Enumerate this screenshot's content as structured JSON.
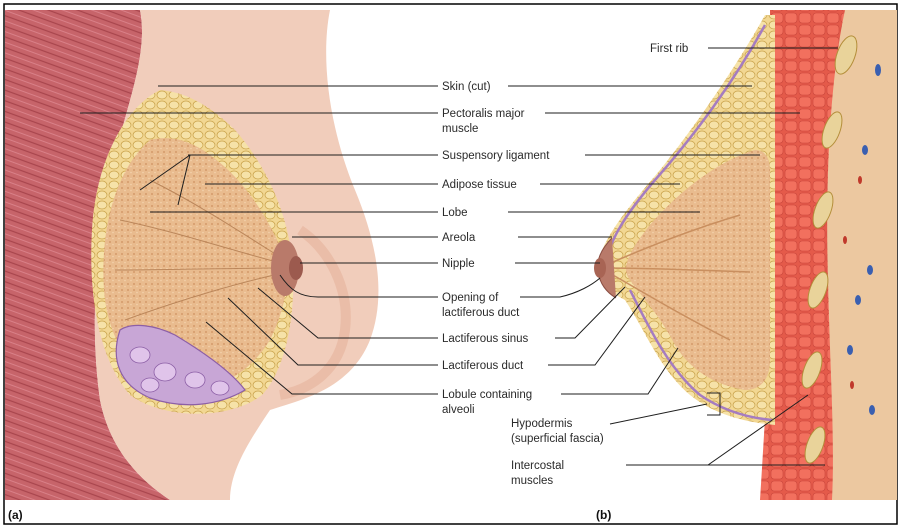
{
  "figure": {
    "colors": {
      "muscle": "#c7646a",
      "muscle_dark": "#a8454d",
      "skin": "#f1cdbb",
      "skin_shade": "#e6b29b",
      "gland": "#e7b98c",
      "adipose": "#f0d48a",
      "adipose_edge": "#c9a24a",
      "lobule_purple": "#c8a6d6",
      "rib": "#e9d39a",
      "background_tissue": "#ecc8a0"
    },
    "panels": {
      "a": "(a)",
      "b": "(b)"
    },
    "labels": {
      "first_rib": "First rib",
      "skin_cut": "Skin (cut)",
      "pectoralis_major_1": "Pectoralis major",
      "pectoralis_major_2": "muscle",
      "suspensory_ligament": "Suspensory ligament",
      "adipose_tissue": "Adipose tissue",
      "lobe": "Lobe",
      "areola": "Areola",
      "nipple": "Nipple",
      "opening_1": "Opening of",
      "opening_2": "lactiferous duct",
      "lactiferous_sinus": "Lactiferous sinus",
      "lactiferous_duct": "Lactiferous duct",
      "lobule_1": "Lobule containing",
      "lobule_2": "alveoli",
      "hypodermis_1": "Hypodermis",
      "hypodermis_2": "(superficial fascia)",
      "intercostal_1": "Intercostal",
      "intercostal_2": "muscles"
    }
  }
}
